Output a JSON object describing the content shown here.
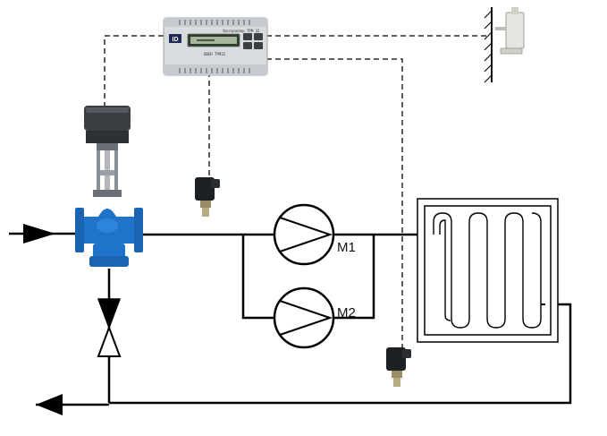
{
  "diagram": {
    "pumps": [
      {
        "id": "pump-1",
        "label": "M1"
      },
      {
        "id": "pump-2",
        "label": "M2"
      }
    ],
    "controller": {
      "logo": "ID",
      "top_text": "Контроллер ТРМ 32",
      "bottom_text": "ОВЕН ТРМ32"
    },
    "colors": {
      "pipe": "#000000",
      "signal_line": "#2a2a2a",
      "valve_body": "#1f73c9",
      "actuator": "#3a3d42",
      "controller_body": "#d9dcdf",
      "sensor_body": "#1e2124"
    },
    "icons": [
      "flow-arrow-icon",
      "check-valve-icon",
      "regulating-valve-icon",
      "pump-icon",
      "temperature-sensor-icon",
      "heat-exchanger-icon",
      "wall-mount-icon"
    ]
  }
}
